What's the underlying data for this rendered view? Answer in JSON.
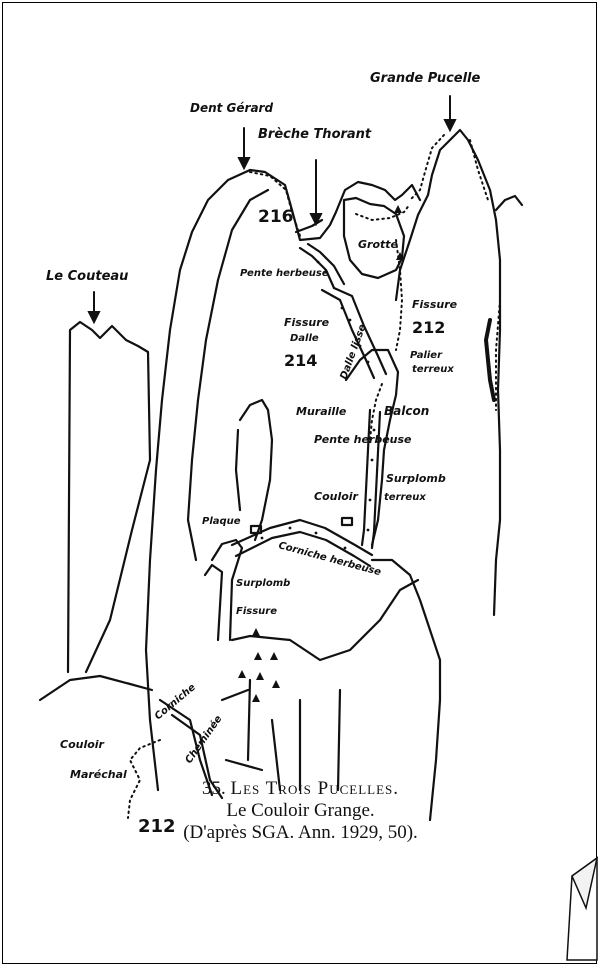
{
  "labels": {
    "grande_pucelle": "Grande Pucelle",
    "dent_gerard": "Dent Gérard",
    "breche_thorant": "Brèche Thorant",
    "le_couteau": "Le Couteau",
    "grotte": "Grotte",
    "pente_herbeuse_1": "Pente herbeuse",
    "fissure_1": "Fissure",
    "fissure_dalle": "Fissure",
    "dalle": "Dalle",
    "dalle_lisse": "Dalle lisse",
    "palier": "Palier",
    "terreux": "terreux",
    "muraille": "Muraille",
    "balcon": "Balcon",
    "pente_herbeuse_2": "Pente herbeuse",
    "surplomb_1": "Surplomb",
    "couloir": "Couloir",
    "terreux_2": "terreux",
    "plaque": "Plaque",
    "corniche_herbeuse": "Corniche herbeuse",
    "surplomb_2": "Surplomb",
    "fissure_2": "Fissure",
    "corniche": "Corniche",
    "cheminee": "Cheminée",
    "couloir_marechal_1": "Couloir",
    "couloir_marechal_2": "Maréchal"
  },
  "numbers": {
    "n216": "216",
    "n212_a": "212",
    "n214": "214",
    "n212_b": "212"
  },
  "caption": {
    "line1_number": "35.",
    "line1_title": "Les Trois Pucelles.",
    "line2": "Le Couloir Grange.",
    "line3": "(D'après SGA. Ann. 1929, 50)."
  }
}
